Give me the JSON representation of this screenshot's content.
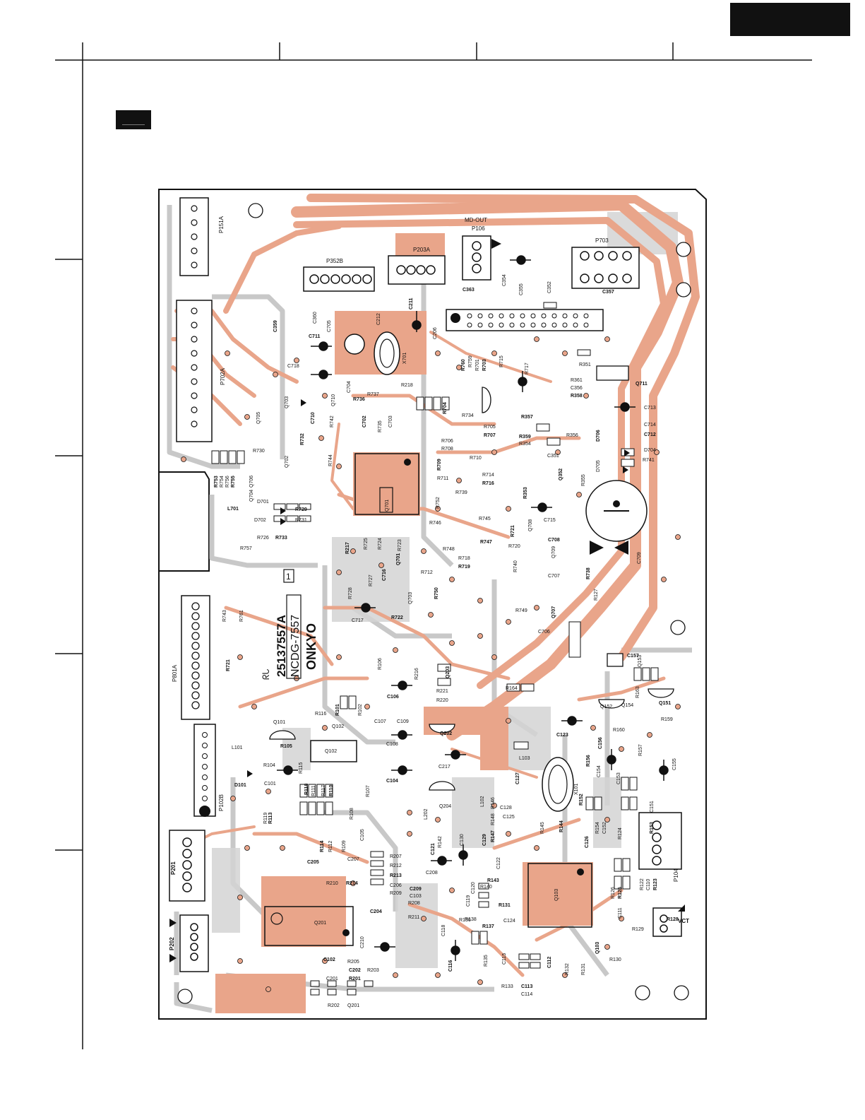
{
  "colors": {
    "copper": "#e9a58a",
    "copper_dark": "#d9826a",
    "silkscreen_gray": "#c8c8c8",
    "line": "#111111",
    "board": "#ffffff"
  },
  "board": {
    "outline_label": "1"
  },
  "markings": {
    "part_number": "25137557A",
    "board_code": "NCDG-7557",
    "brand": "ONKYO",
    "ul_mark": "ᖇᒐ"
  },
  "connectors": {
    "p151a": "P151A",
    "p702a": "P702A",
    "p352b": "P352B",
    "p203a": "P203A",
    "p106": "P106",
    "p106_caption": "MD-OUT",
    "p703": "P703",
    "p801a": "P801A",
    "p102b": "P102B",
    "p201": "P201",
    "p202": "P202",
    "p104": "P104",
    "vct": "VCT"
  },
  "ics": {
    "q701": "Q701",
    "q103": "Q103",
    "q201": "Q201",
    "q102": "Q102",
    "x101": "X101",
    "x701": "X701"
  },
  "component_labels": [
    {
      "text": "C711"
    },
    {
      "text": "C718"
    },
    {
      "text": "C705"
    },
    {
      "text": "C359"
    },
    {
      "text": "C360"
    },
    {
      "text": "C212"
    },
    {
      "text": "C211"
    },
    {
      "text": "R218"
    },
    {
      "text": "C206"
    },
    {
      "text": "R760"
    },
    {
      "text": "R759"
    },
    {
      "text": "R701"
    },
    {
      "text": "R703"
    },
    {
      "text": "R715"
    },
    {
      "text": "R717"
    },
    {
      "text": "C363"
    },
    {
      "text": "C354"
    },
    {
      "text": "C355"
    },
    {
      "text": "C357"
    },
    {
      "text": "C352"
    },
    {
      "text": "R351"
    },
    {
      "text": "Q711"
    },
    {
      "text": "R361"
    },
    {
      "text": "C356"
    },
    {
      "text": "R358"
    },
    {
      "text": "C713"
    },
    {
      "text": "C714"
    },
    {
      "text": "C712"
    },
    {
      "text": "D704"
    },
    {
      "text": "R741"
    },
    {
      "text": "R357"
    },
    {
      "text": "R356"
    },
    {
      "text": "C351"
    },
    {
      "text": "D706"
    },
    {
      "text": "D705"
    },
    {
      "text": "R355"
    },
    {
      "text": "Q352"
    },
    {
      "text": "C704"
    },
    {
      "text": "R737"
    },
    {
      "text": "R736"
    },
    {
      "text": "Q710"
    },
    {
      "text": "Q703"
    },
    {
      "text": "C710"
    },
    {
      "text": "R742"
    },
    {
      "text": "R705"
    },
    {
      "text": "R707"
    },
    {
      "text": "R706"
    },
    {
      "text": "R708"
    },
    {
      "text": "R359"
    },
    {
      "text": "R354"
    },
    {
      "text": "R734"
    },
    {
      "text": "R704"
    },
    {
      "text": "Q705"
    },
    {
      "text": "R730"
    },
    {
      "text": "R732"
    },
    {
      "text": "Q702"
    },
    {
      "text": "R744"
    },
    {
      "text": "C702"
    },
    {
      "text": "R735"
    },
    {
      "text": "C703"
    },
    {
      "text": "R753"
    },
    {
      "text": "R754"
    },
    {
      "text": "R756"
    },
    {
      "text": "R755"
    },
    {
      "text": "Q706"
    },
    {
      "text": "Q704"
    },
    {
      "text": "L701"
    },
    {
      "text": "D701"
    },
    {
      "text": "D702"
    },
    {
      "text": "R729"
    },
    {
      "text": "R731"
    },
    {
      "text": "R726"
    },
    {
      "text": "R733"
    },
    {
      "text": "R757"
    },
    {
      "text": "R710"
    },
    {
      "text": "R709"
    },
    {
      "text": "R711"
    },
    {
      "text": "R714"
    },
    {
      "text": "R716"
    },
    {
      "text": "R739"
    },
    {
      "text": "R752"
    },
    {
      "text": "R353"
    },
    {
      "text": "R745"
    },
    {
      "text": "R746"
    },
    {
      "text": "R747"
    },
    {
      "text": "R748"
    },
    {
      "text": "R720"
    },
    {
      "text": "R721"
    },
    {
      "text": "Q708"
    },
    {
      "text": "C715"
    },
    {
      "text": "C708"
    },
    {
      "text": "C709"
    },
    {
      "text": "R718"
    },
    {
      "text": "R719"
    },
    {
      "text": "R740"
    },
    {
      "text": "Q709"
    },
    {
      "text": "R738"
    },
    {
      "text": "R127"
    },
    {
      "text": "C707"
    },
    {
      "text": "Q707"
    },
    {
      "text": "C706"
    },
    {
      "text": "R749"
    },
    {
      "text": "R750"
    },
    {
      "text": "R712"
    },
    {
      "text": "R723"
    },
    {
      "text": "R217"
    },
    {
      "text": "R725"
    },
    {
      "text": "R724"
    },
    {
      "text": "Q701"
    },
    {
      "text": "R728"
    },
    {
      "text": "R727"
    },
    {
      "text": "C716"
    },
    {
      "text": "Q703"
    },
    {
      "text": "C717"
    },
    {
      "text": "R722"
    },
    {
      "text": "R743"
    },
    {
      "text": "R761"
    },
    {
      "text": "R721"
    },
    {
      "text": "R106"
    },
    {
      "text": "R216"
    },
    {
      "text": "Q203"
    },
    {
      "text": "R221"
    },
    {
      "text": "R220"
    },
    {
      "text": "C106"
    },
    {
      "text": "C107"
    },
    {
      "text": "C109"
    },
    {
      "text": "R101"
    },
    {
      "text": "R102"
    },
    {
      "text": "Q102"
    },
    {
      "text": "Q202"
    },
    {
      "text": "Q101"
    },
    {
      "text": "L101"
    },
    {
      "text": "R105"
    },
    {
      "text": "R104"
    },
    {
      "text": "C101"
    },
    {
      "text": "D101"
    },
    {
      "text": "C108"
    },
    {
      "text": "C217"
    },
    {
      "text": "C104"
    },
    {
      "text": "Q204"
    },
    {
      "text": "R164"
    },
    {
      "text": "C123"
    },
    {
      "text": "R160"
    },
    {
      "text": "Q154"
    },
    {
      "text": "C157"
    },
    {
      "text": "Q153"
    },
    {
      "text": "Q152"
    },
    {
      "text": "Q151"
    },
    {
      "text": "R163"
    },
    {
      "text": "R159"
    },
    {
      "text": "C156"
    },
    {
      "text": "R157"
    },
    {
      "text": "C155"
    },
    {
      "text": "R156"
    },
    {
      "text": "C154"
    },
    {
      "text": "L103"
    },
    {
      "text": "C127"
    },
    {
      "text": "C128"
    },
    {
      "text": "C125"
    },
    {
      "text": "R152"
    },
    {
      "text": "C153"
    },
    {
      "text": "C151"
    },
    {
      "text": "R153"
    },
    {
      "text": "R154"
    },
    {
      "text": "C152"
    },
    {
      "text": "C126"
    },
    {
      "text": "R124"
    },
    {
      "text": "R145"
    },
    {
      "text": "R144"
    },
    {
      "text": "R148"
    },
    {
      "text": "R146"
    },
    {
      "text": "R147"
    },
    {
      "text": "L102"
    },
    {
      "text": "L202"
    },
    {
      "text": "R118"
    },
    {
      "text": "R117"
    },
    {
      "text": "R111"
    },
    {
      "text": "R110"
    },
    {
      "text": "R107"
    },
    {
      "text": "R119"
    },
    {
      "text": "R113"
    },
    {
      "text": "R108"
    },
    {
      "text": "C105"
    },
    {
      "text": "R114"
    },
    {
      "text": "R112"
    },
    {
      "text": "R109"
    },
    {
      "text": "C205"
    },
    {
      "text": "C207"
    },
    {
      "text": "R210"
    },
    {
      "text": "R214"
    },
    {
      "text": "R207"
    },
    {
      "text": "R212"
    },
    {
      "text": "R213"
    },
    {
      "text": "C206"
    },
    {
      "text": "R209"
    },
    {
      "text": "C209"
    },
    {
      "text": "C103"
    },
    {
      "text": "R208"
    },
    {
      "text": "C204"
    },
    {
      "text": "R211"
    },
    {
      "text": "C208"
    },
    {
      "text": "C121"
    },
    {
      "text": "R142"
    },
    {
      "text": "C130"
    },
    {
      "text": "C129"
    },
    {
      "text": "C122"
    },
    {
      "text": "R140"
    },
    {
      "text": "R143"
    },
    {
      "text": "C120"
    },
    {
      "text": "C119"
    },
    {
      "text": "R131"
    },
    {
      "text": "R136"
    },
    {
      "text": "C124"
    },
    {
      "text": "R137"
    },
    {
      "text": "R138"
    },
    {
      "text": "C118"
    },
    {
      "text": "C116"
    },
    {
      "text": "R135"
    },
    {
      "text": "C115"
    },
    {
      "text": "C112"
    },
    {
      "text": "R132"
    },
    {
      "text": "R131"
    },
    {
      "text": "Q103"
    },
    {
      "text": "R130"
    },
    {
      "text": "R133"
    },
    {
      "text": "C113"
    },
    {
      "text": "C114"
    },
    {
      "text": "R126"
    },
    {
      "text": "R125"
    },
    {
      "text": "C111"
    },
    {
      "text": "R129"
    },
    {
      "text": "R128"
    },
    {
      "text": "R122"
    },
    {
      "text": "C110"
    },
    {
      "text": "R123"
    },
    {
      "text": "C210"
    },
    {
      "text": "R205"
    },
    {
      "text": "C202"
    },
    {
      "text": "R203"
    },
    {
      "text": "C201"
    },
    {
      "text": "R201"
    },
    {
      "text": "R202"
    },
    {
      "text": "Q201"
    },
    {
      "text": "C102"
    },
    {
      "text": "R116"
    },
    {
      "text": "R115"
    }
  ]
}
